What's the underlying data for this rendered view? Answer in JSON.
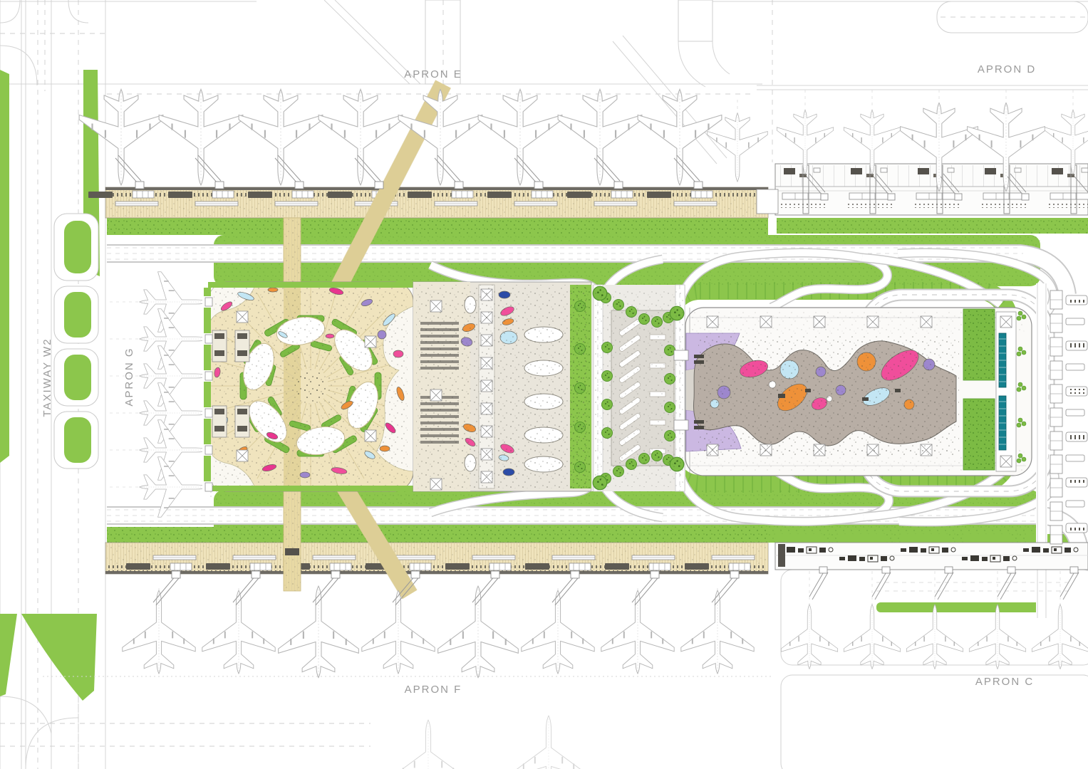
{
  "plan": {
    "type": "airport-terminal-masterplan",
    "aprons": [
      {
        "id": "apron-e",
        "label": "APRON E",
        "aircraft_visible": 9
      },
      {
        "id": "apron-d",
        "label": "APRON D",
        "aircraft_visible": 5
      },
      {
        "id": "apron-g",
        "label": "APRON G",
        "aircraft_visible": 6
      },
      {
        "id": "apron-f",
        "label": "APRON F",
        "aircraft_visible": 8
      },
      {
        "id": "apron-c",
        "label": "APRON C",
        "aircraft_visible": 5
      }
    ],
    "taxiways": [
      {
        "id": "taxiway-w2",
        "label": "TAXIWAY W2"
      }
    ],
    "palette": {
      "landscape_green": "#8CC64C",
      "planting_dark": "#3F7A1F",
      "pier_tan": "#EFE3BC",
      "spine_tan": "#E8D9A4",
      "terminal_grey": "#B8AEA5",
      "lavender": "#CBB8E2",
      "teal": "#15808E",
      "accent_pink": "#F04E9B",
      "accent_magenta": "#E8368F",
      "accent_orange": "#EE9139",
      "accent_light_blue": "#C3E6F4",
      "accent_navy": "#2B4BA8",
      "accent_purple": "#9D87CD",
      "line_grey": "#B5B5B5",
      "label_grey": "#9A9A9A"
    }
  }
}
